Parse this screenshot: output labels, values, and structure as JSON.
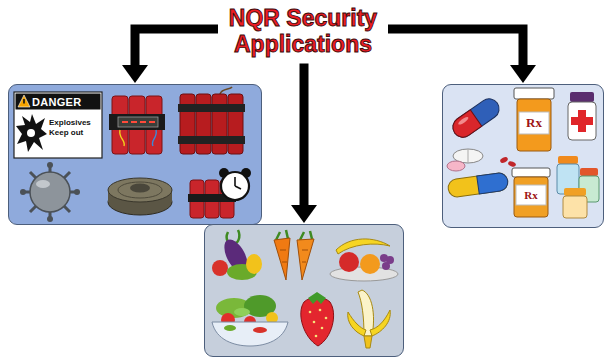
{
  "diagram": {
    "nodes": [
      {
        "text": [
          "NQR Security Applications"
        ]
      },
      {
        "text": [
          "DANGER",
          "Explosives Keep out"
        ]
      },
      {
        "text": [
          "Rx",
          "Rx"
        ]
      },
      {
        "text": []
      }
    ],
    "edges": [
      {
        "from": 0,
        "to": 1,
        "arrow": "to"
      },
      {
        "from": 0,
        "to": 3,
        "arrow": "to"
      },
      {
        "from": 0,
        "to": 2,
        "arrow": "to"
      }
    ]
  }
}
